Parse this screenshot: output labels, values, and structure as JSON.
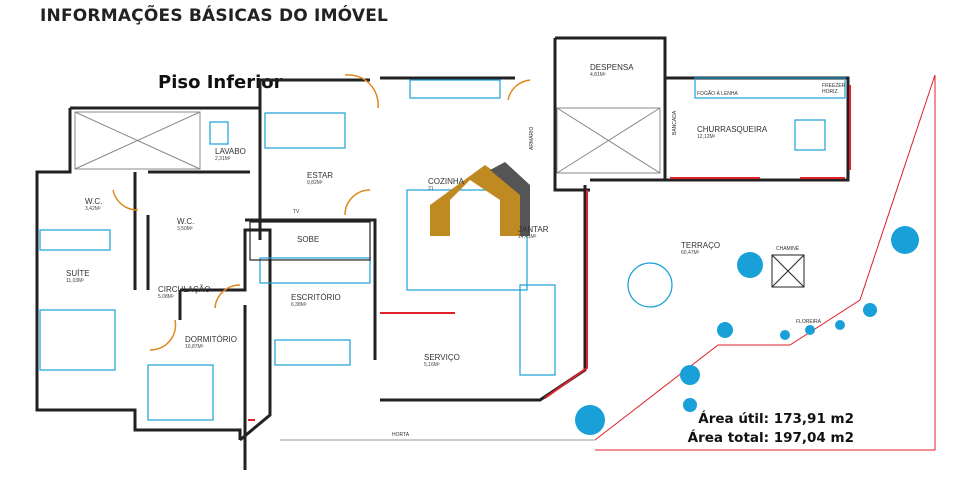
{
  "header": {
    "title": "INFORMAÇÕES BÁSICAS DO IMÓVEL",
    "floor": "Piso Inferior"
  },
  "rooms": [
    {
      "name": "LAVABO",
      "area": "2,31m²"
    },
    {
      "name": "ESTAR",
      "area": "9,82m²"
    },
    {
      "name": "W.C.",
      "area": "3,42m²"
    },
    {
      "name": "W.C.",
      "area": "3,50m²"
    },
    {
      "name": "SUÍTE",
      "area": "11,03m²"
    },
    {
      "name": "CIRCULAÇÃO",
      "area": "5,08m²"
    },
    {
      "name": "ESCRITÓRIO",
      "area": "6,38m²"
    },
    {
      "name": "DORMITÓRIO",
      "area": "10,87m²"
    },
    {
      "name": "COZINHA",
      "area": "21"
    },
    {
      "name": "JANTAR",
      "area": "14,41m²"
    },
    {
      "name": "SERVIÇO",
      "area": "5,16m²"
    },
    {
      "name": "DESPENSA",
      "area": "4,81m²"
    },
    {
      "name": "CHURRASQUEIRA",
      "area": "12,12m²"
    },
    {
      "name": "TERRAÇO",
      "area": "60,47m²"
    }
  ],
  "labels": {
    "tv": "TV",
    "sobe": "SOBE",
    "armario": "ARMÁRIO",
    "bancada": "BANCADA",
    "fogao": "FOGÃO À LENHA",
    "freezer": "FREEZER HORIZ.",
    "chamine": "CHAMINÉ",
    "floreira": "FLOREIRA",
    "horta": "HORTA"
  },
  "totals": {
    "util": "Área útil: 173,91 m2",
    "total": "Área total: 197,04 m2"
  },
  "colors": {
    "wall": "#222222",
    "furniture": "#1aa0d8",
    "door": "#e08a1e",
    "window": "#e0202a",
    "logo_gold": "#c08a22",
    "logo_gray": "#555555"
  }
}
